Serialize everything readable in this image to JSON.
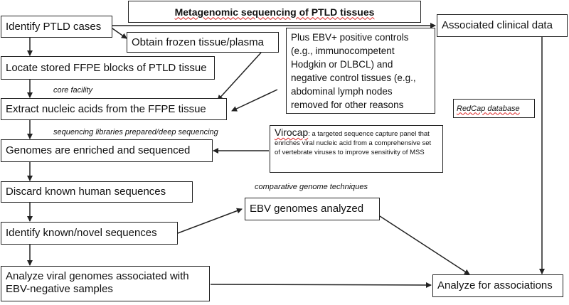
{
  "title": "Metagenomic sequencing of PTLD tissues",
  "steps": {
    "identify_cases": "Identify PTLD cases",
    "frozen_tissue": "Obtain frozen tissue/plasma",
    "locate_blocks": "Locate stored FFPE blocks of PTLD tissue",
    "extract": "Extract nucleic acids from the FFPE tissue",
    "enrich": "Genomes are enriched and sequenced",
    "discard": "Discard known human sequences",
    "identify_seq": "Identify known/novel sequences",
    "analyze_viral": "Analyze viral genomes associated with EBV-negative samples",
    "ebv_genomes": "EBV genomes analyzed",
    "clinical": "Associated clinical data",
    "associations": "Analyze for associations"
  },
  "controls": "Plus EBV+ positive controls (e.g., immunocompetent Hodgkin or DLBCL) and negative control tissues (e.g., abdominal lymph nodes removed for other reasons",
  "virocap": {
    "name": "Virocap",
    "description": ": a targeted sequence capture panel that enriches viral nucleic acid from a comprehensive set of vertebrate viruses to improve sensitivity of MSS"
  },
  "notes": {
    "core_facility": "core facility",
    "sequencing_libraries": "sequencing libraries prepared/deep sequencing",
    "comparative": "comparative genome techniques",
    "redcap": "RedCap database"
  }
}
